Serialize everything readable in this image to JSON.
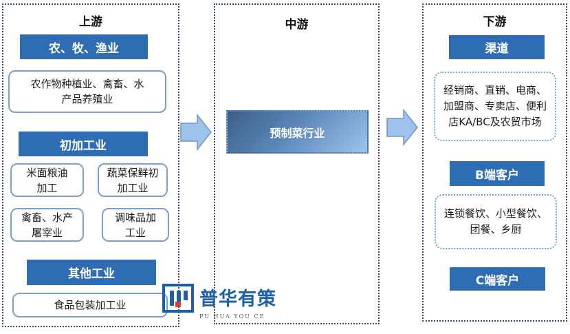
{
  "upstream": {
    "title": "上游",
    "sections": [
      {
        "header": "农、牧、渔业",
        "items": [
          "农作物种植业、禽畜、水产品养殖业"
        ]
      },
      {
        "header": "初加工业",
        "items": [
          "米面粮油加工",
          "蔬菜保鲜初加工业",
          "禽畜、水产屠宰业",
          "调味品加工业"
        ]
      },
      {
        "header": "其他工业",
        "items": [
          "食品包装加工业"
        ]
      }
    ]
  },
  "midstream": {
    "title": "中游",
    "industry": "预制菜行业"
  },
  "downstream": {
    "title": "下游",
    "sections": [
      {
        "header": "渠道",
        "body": "经销商、直销、电商、加盟商、专卖店、便利店KA/BC及农贸市场"
      },
      {
        "header": "B端客户",
        "body": "连锁餐饮、小型餐饮、团餐、乡厨"
      },
      {
        "header": "C端客户",
        "body": ""
      }
    ]
  },
  "logo": {
    "name": "普华有策",
    "sub": "PU HUA YOU CE"
  },
  "colors": {
    "header_blue": "#2e6db4",
    "border_blue": "#7aa0c8",
    "arrow_blue": "#9ec3ea",
    "panel_border": "#2f4a6a"
  }
}
